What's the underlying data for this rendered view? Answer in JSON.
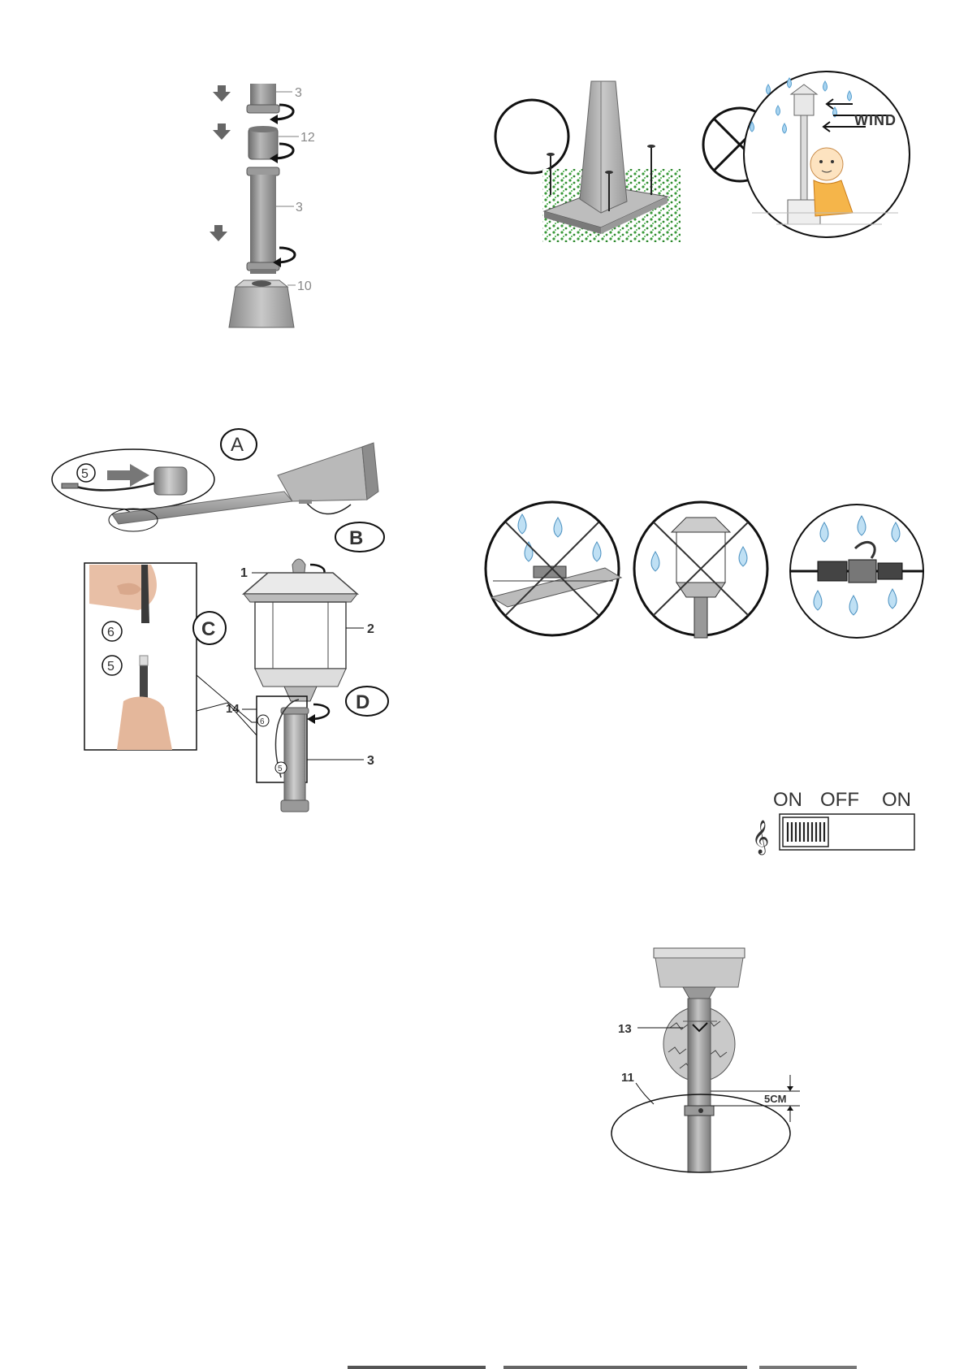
{
  "fig_pole_assembly": {
    "labels": {
      "top_tube": "3",
      "connector": "12",
      "mid_tube": "3",
      "base": "10"
    }
  },
  "fig_ground_stakes": {},
  "fig_wind_warning": {
    "wind_label": "WIND"
  },
  "fig_arm_assembly": {
    "step_labels": {
      "a": "A",
      "b": "B",
      "c": "C",
      "d": "D"
    },
    "part_labels": {
      "finial": "1",
      "lantern": "2",
      "tube": "3",
      "cable": "14"
    },
    "connector_labels": {
      "plug5_zoom": "5",
      "plug6_photo": "6",
      "plug5_photo": "5",
      "plug6_small": "6",
      "plug5_small": "5"
    }
  },
  "fig_water_warnings": {},
  "fig_switch": {
    "labels": {
      "left": "ON",
      "middle": "OFF",
      "right": "ON"
    }
  },
  "fig_wreath": {
    "labels": {
      "clamp": "13",
      "ring": "11",
      "gap": "5CM"
    }
  }
}
